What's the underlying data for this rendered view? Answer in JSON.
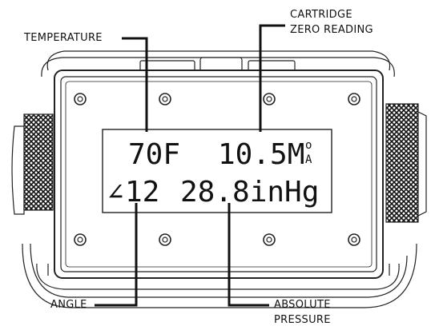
{
  "callouts": {
    "temperature": "TEMPERATURE",
    "cartridge_line1": "CARTRIDGE",
    "cartridge_line2": "ZERO READING",
    "angle": "ANGLE",
    "pressure_line1": "ABSOLUTE",
    "pressure_line2": "PRESSURE"
  },
  "display": {
    "temperature": "70F",
    "zero_reading": "10.5M",
    "zero_unit_top": "o",
    "zero_unit_bottom": "A",
    "angle_symbol": "∠",
    "angle_value": "12",
    "pressure": "28.8inHg"
  },
  "colors": {
    "ink": "#111111",
    "background": "#ffffff",
    "lcd_background": "#ffffff"
  }
}
